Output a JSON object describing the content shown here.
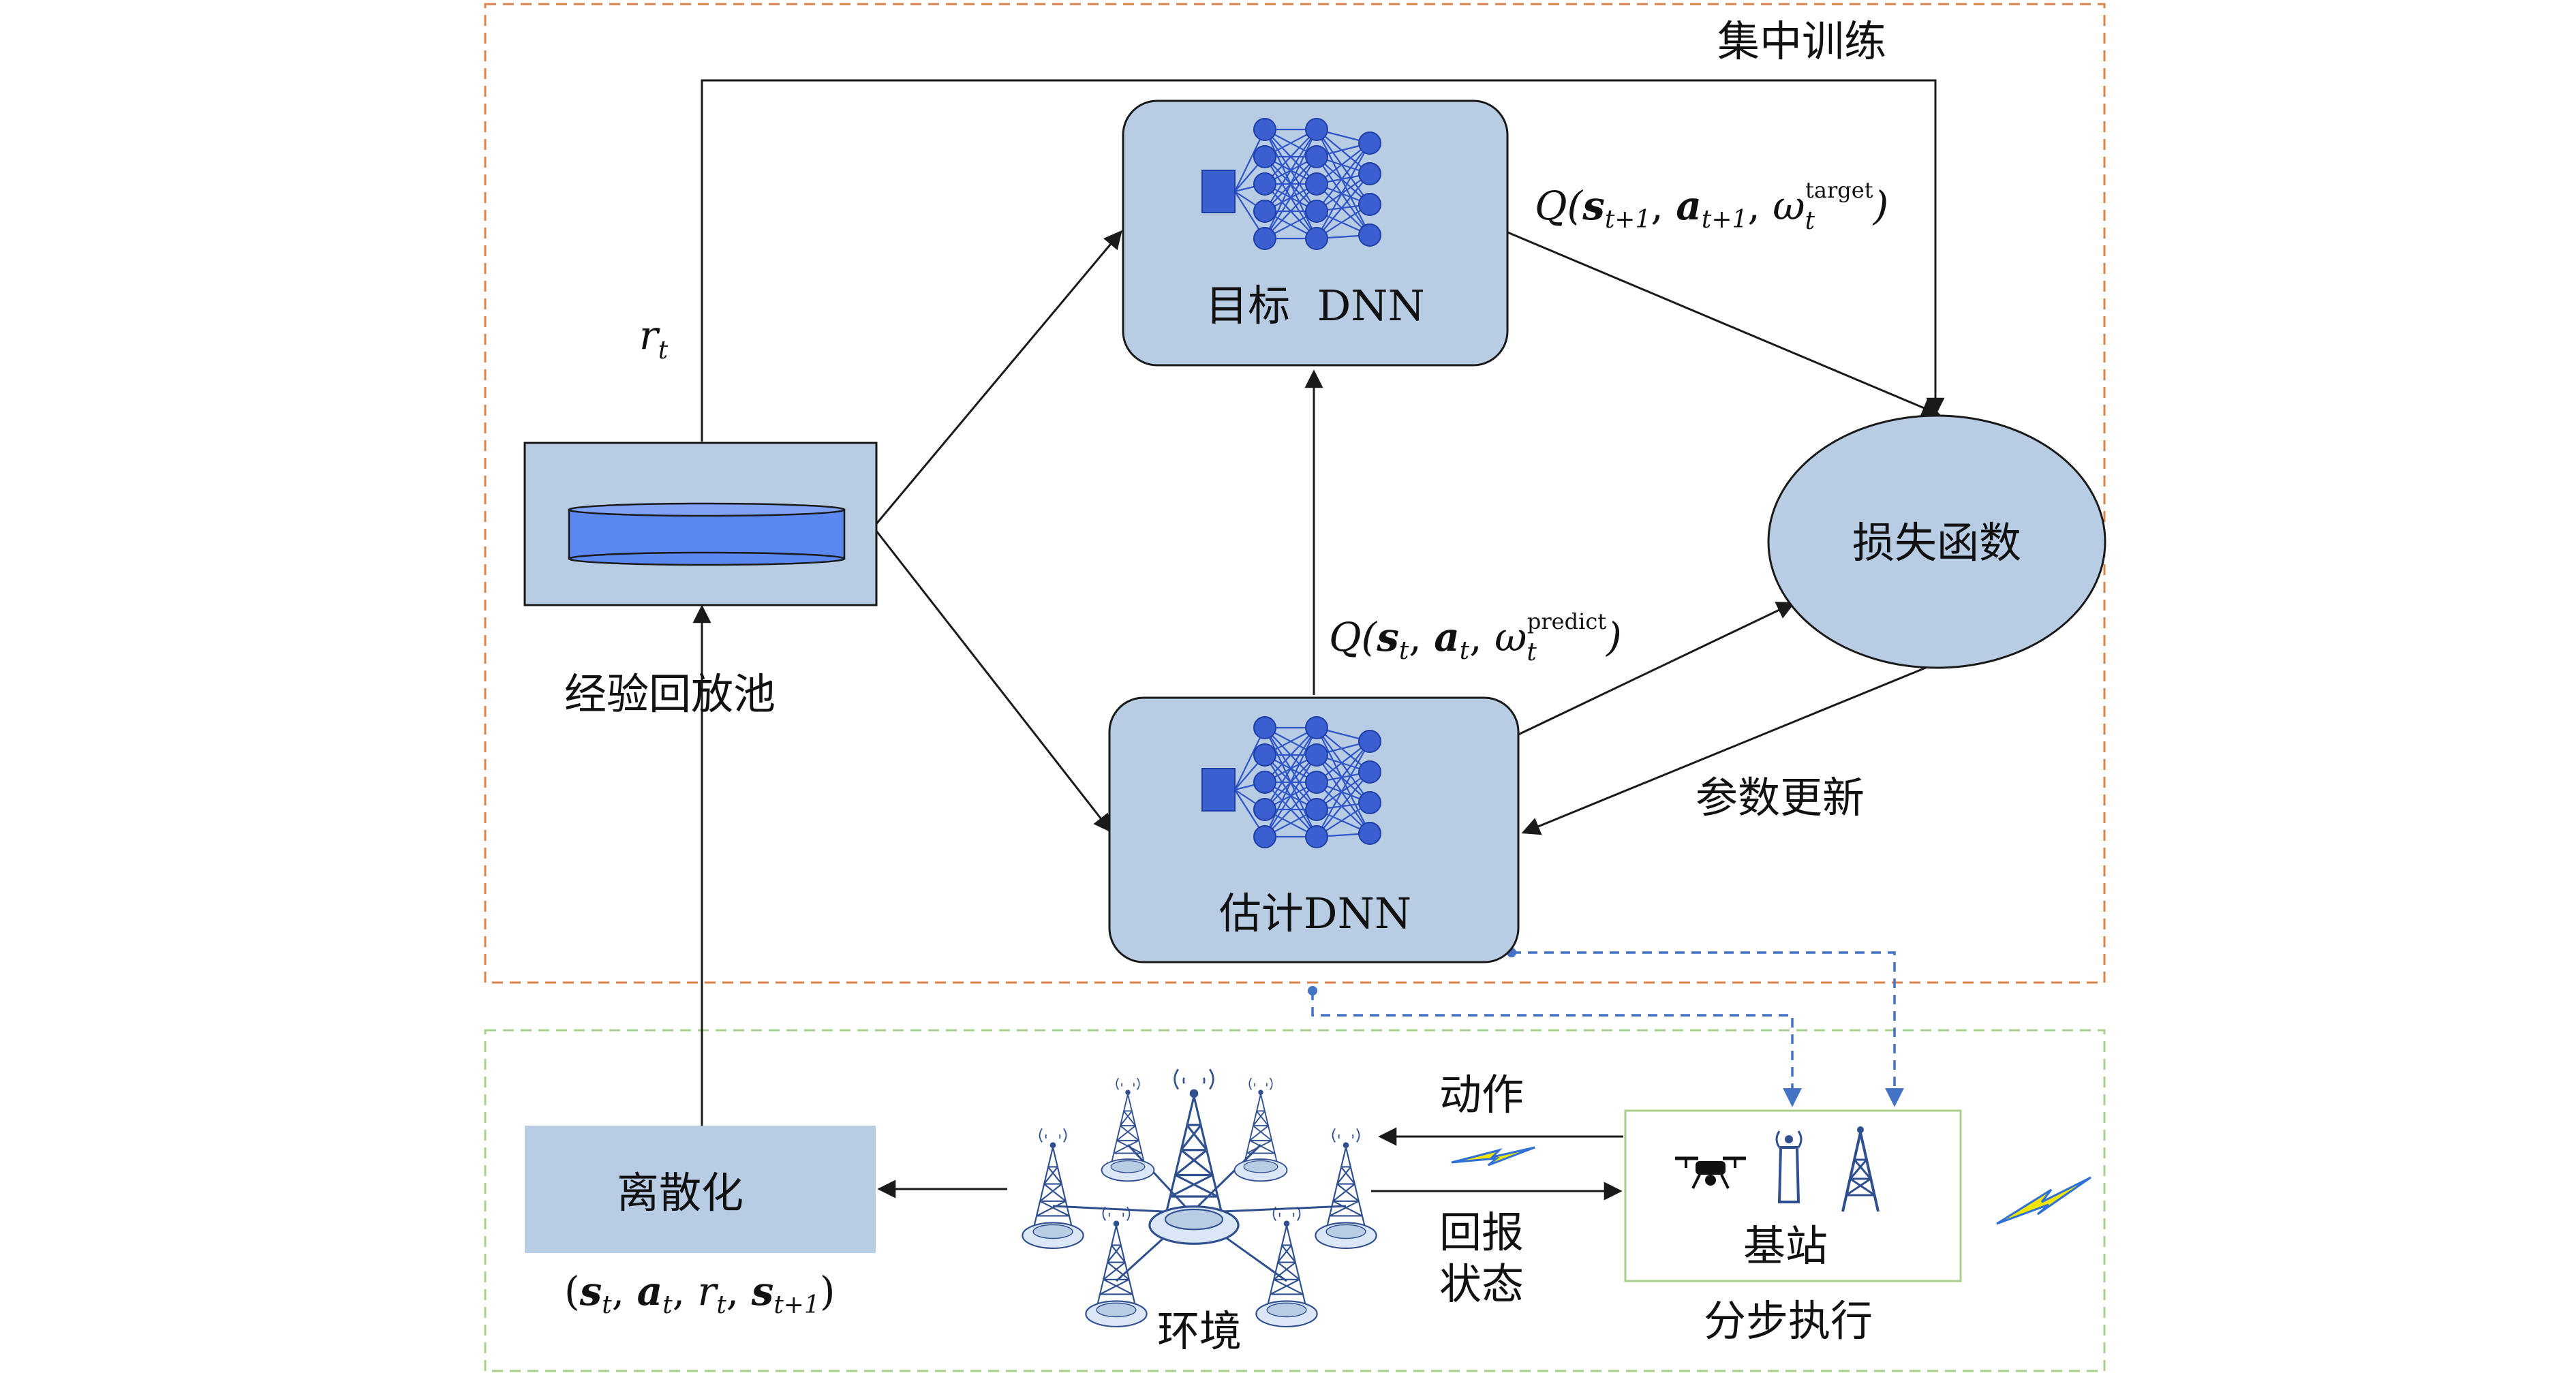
{
  "regions": {
    "training": {
      "label": "集中训练",
      "border_color": "#d9824a"
    },
    "execution": {
      "label": "分步执行",
      "border_color": "#a8d08d"
    }
  },
  "nodes": {
    "target_dnn": {
      "label": "目标  DNN",
      "fill": "#b8cce4"
    },
    "predict_dnn": {
      "label": "估计DNN",
      "fill": "#b8cce4"
    },
    "replay_pool": {
      "label": "经验回放池",
      "fill": "#b8cce4",
      "cylinder_fill": "#5b87f0"
    },
    "loss": {
      "label": "损失函数",
      "fill": "#b8cce4"
    },
    "discretize": {
      "label": "离散化",
      "fill": "#b8cce4"
    },
    "base_station": {
      "label": "基站"
    },
    "environment": {
      "label": "环境"
    }
  },
  "edge_labels": {
    "reward": {
      "var": "r",
      "sub": "t"
    },
    "target_q": {
      "fn": "Q(",
      "s": "s",
      "s_sub": "t+1",
      "sep1": ", ",
      "a": "a",
      "a_sub": "t+1",
      "sep2": ", ",
      "w": "ω",
      "w_sub": "t",
      "w_sup": "target",
      "close": ")"
    },
    "predict_q": {
      "fn": "Q(",
      "s": "s",
      "s_sub": "t",
      "sep1": ", ",
      "a": "a",
      "a_sub": "t",
      "sep2": ", ",
      "w": "ω",
      "w_sub": "t",
      "w_sup": "predict",
      "close": ")"
    },
    "param_update": "参数更新",
    "action": "动作",
    "report_state_line1": "回报",
    "report_state_line2": "状态",
    "transition": {
      "open": "(",
      "s": "s",
      "s_sub": "t",
      "sep1": ", ",
      "a": "a",
      "a_sub": "t",
      "sep2": ", ",
      "r": "r",
      "r_sub": "t",
      "sep3": ", ",
      "s2": "s",
      "s2_sub": "t+1",
      "close": ")"
    }
  },
  "icons": {
    "drone": "drone-icon",
    "antenna": "antenna-icon",
    "tower": "cell-tower-icon",
    "lightning": "lightning-icon",
    "network": "neural-network-icon"
  },
  "colors": {
    "wire": "#1a1a1a",
    "dashed_link": "#4472c4",
    "lightning_yellow": "#f2e600",
    "lightning_blue": "#2f6fd6"
  }
}
